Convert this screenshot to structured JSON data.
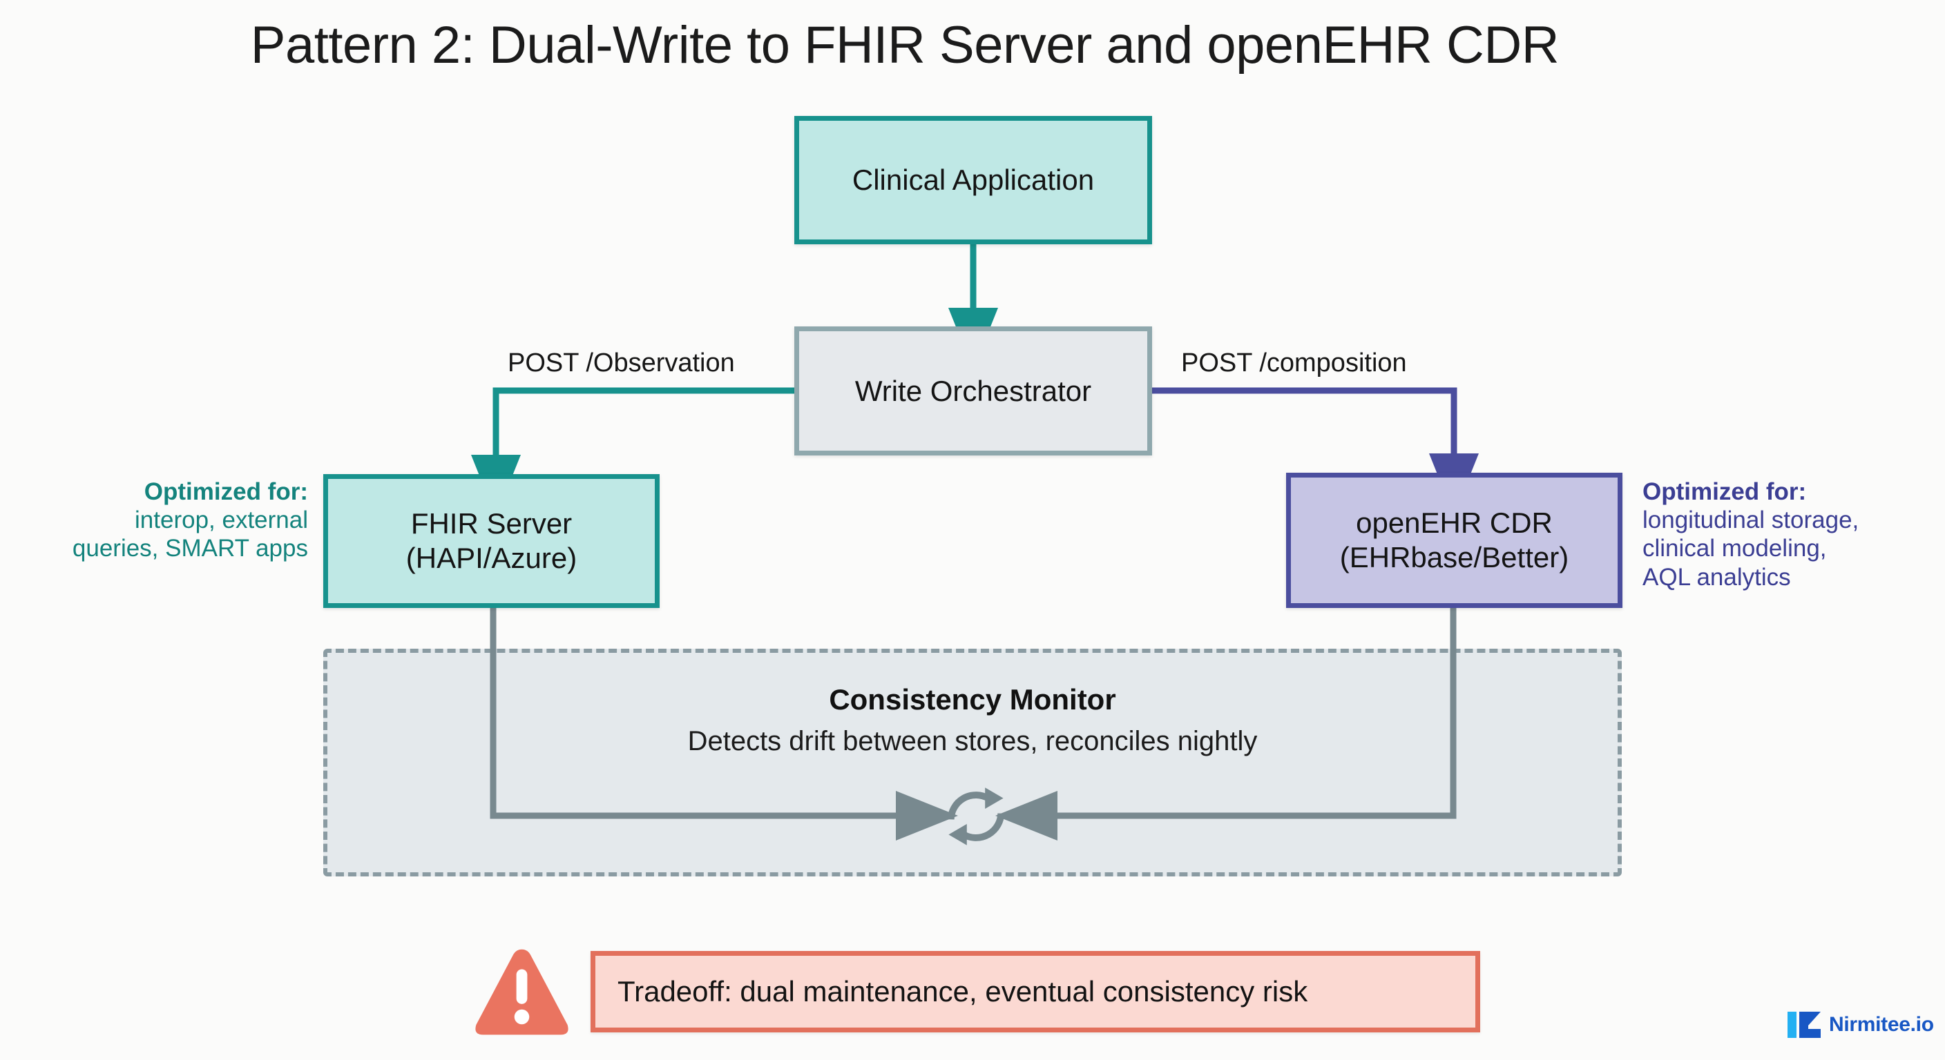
{
  "title": "Pattern 2: Dual-Write to FHIR Server and openEHR CDR",
  "nodes": {
    "clinical_app": {
      "label": "Clinical Application"
    },
    "write_orchestrator": {
      "label": "Write Orchestrator"
    },
    "fhir_server": {
      "line1": "FHIR Server",
      "line2": "(HAPI/Azure)"
    },
    "openehr_cdr": {
      "line1": "openEHR CDR",
      "line2": "(EHRbase/Better)"
    }
  },
  "edges": {
    "left_label": "POST /Observation",
    "right_label": "POST /composition"
  },
  "annotations": {
    "left": {
      "heading": "Optimized for:",
      "line1": "interop, external",
      "line2": "queries, SMART apps"
    },
    "right": {
      "heading": "Optimized for:",
      "line1": "longitudinal storage,",
      "line2": "clinical modeling,",
      "line3": "AQL analytics"
    }
  },
  "consistency_monitor": {
    "title": "Consistency Monitor",
    "subtitle": "Detects drift between stores, reconciles nightly",
    "icon": "sync-icon"
  },
  "tradeoff": {
    "icon": "warning-triangle-icon",
    "text": "Tradeoff: dual maintenance, eventual consistency risk"
  },
  "logo": {
    "text": "Nirmitee.io",
    "mark": "nirmitee-logo-mark"
  },
  "colors": {
    "teal_border": "#17928d",
    "teal_fill": "#bfe8e5",
    "teal_text": "#14837d",
    "purple_border": "#4b4e9e",
    "purple_fill": "#c6c5e4",
    "purple_text": "#3b3e93",
    "gray_border": "#8fa8ad",
    "gray_fill": "#e6e9ec",
    "dashed_border": "#8a9ba2",
    "dashed_fill": "#e4e9ec",
    "connector_gray": "#78898f",
    "warn_border": "#e2705c",
    "warn_fill": "#fbd9d2",
    "logo_blue": "#1857c4",
    "logo_cyan": "#24b0f2",
    "background": "#fbfbfa"
  }
}
